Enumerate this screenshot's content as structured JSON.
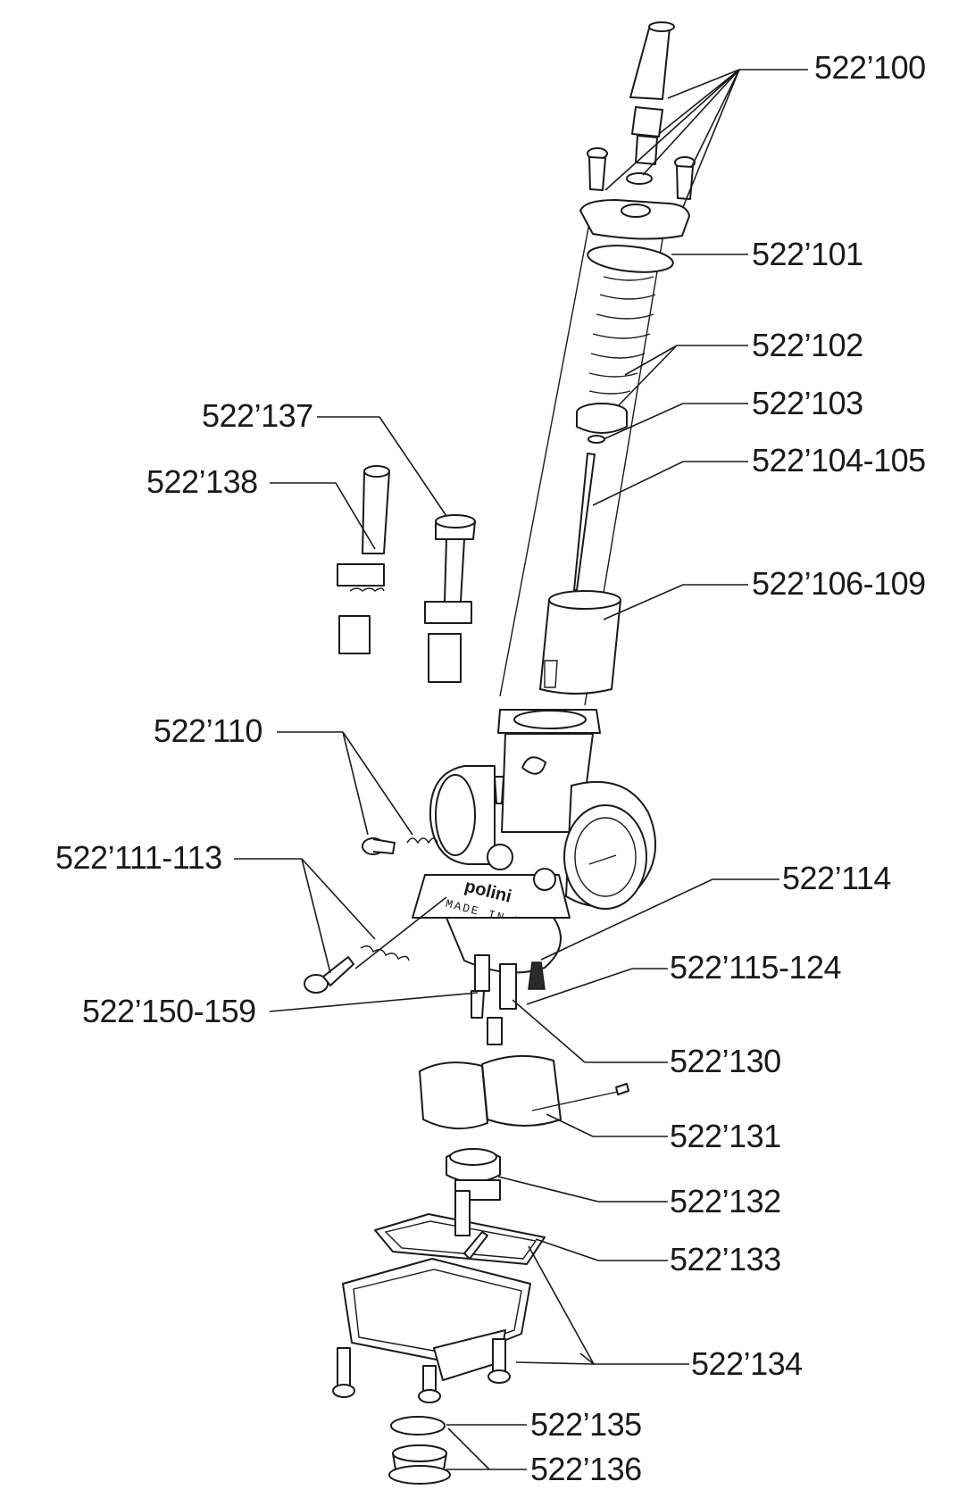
{
  "diagram": {
    "brand_text": "polini",
    "made_text": "MADE IN ITALY",
    "labels": {
      "p100": "522’100",
      "p101": "522’101",
      "p102": "522’102",
      "p103": "522’103",
      "p104": "522’104-105",
      "p106": "522’106-109",
      "p137": "522’137",
      "p138": "522’138",
      "p110": "522’110",
      "p111": "522’111-113",
      "p114": "522’114",
      "p115": "522’115-124",
      "p150": "522’150-159",
      "p130": "522’130",
      "p131": "522’131",
      "p132": "522’132",
      "p133": "522’133",
      "p134": "522’134",
      "p135": "522’135",
      "p136": "522’136"
    }
  }
}
